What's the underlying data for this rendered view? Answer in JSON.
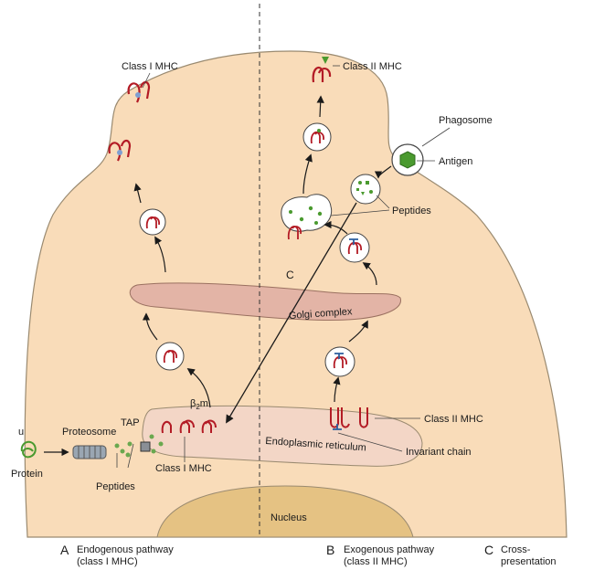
{
  "colors": {
    "cell": "#f9dcb9",
    "cell_stroke": "#9a8a70",
    "golgi": "#e3b4a6",
    "er": "#f3d6c6",
    "nucleus": "#e5c283",
    "mhc": "#b31b25",
    "peptide": "#6aa84f",
    "invariant": "#2c5f9e",
    "beta2m": "#7f9fd1"
  },
  "labels": {
    "class1_mhc_top": "Class I MHC",
    "class2_mhc_top": "Class II MHC",
    "phagosome": "Phagosome",
    "antigen": "Antigen",
    "peptides_right": "Peptides",
    "c_label": "C",
    "golgi": "Golgi complex",
    "beta2m_b": "β",
    "beta2m_sub": "2",
    "beta2m_m": "m",
    "tap": "TAP",
    "proteosome": "Proteosome",
    "u": "u",
    "protein": "Protein",
    "peptides_left": "Peptides",
    "class1_mhc_bottom": "Class I MHC",
    "class2_mhc_er": "Class II MHC",
    "er": "Endoplasmic reticulum",
    "invariant_chain": "Invariant chain",
    "nucleus": "Nucleus"
  },
  "captions": [
    {
      "letter": "A",
      "line1": "Endogenous pathway",
      "line2": "(class I MHC)"
    },
    {
      "letter": "B",
      "line1": "Exogenous pathway",
      "line2": "(class II MHC)"
    },
    {
      "letter": "C",
      "line1": "Cross-",
      "line2": "presentation"
    }
  ]
}
